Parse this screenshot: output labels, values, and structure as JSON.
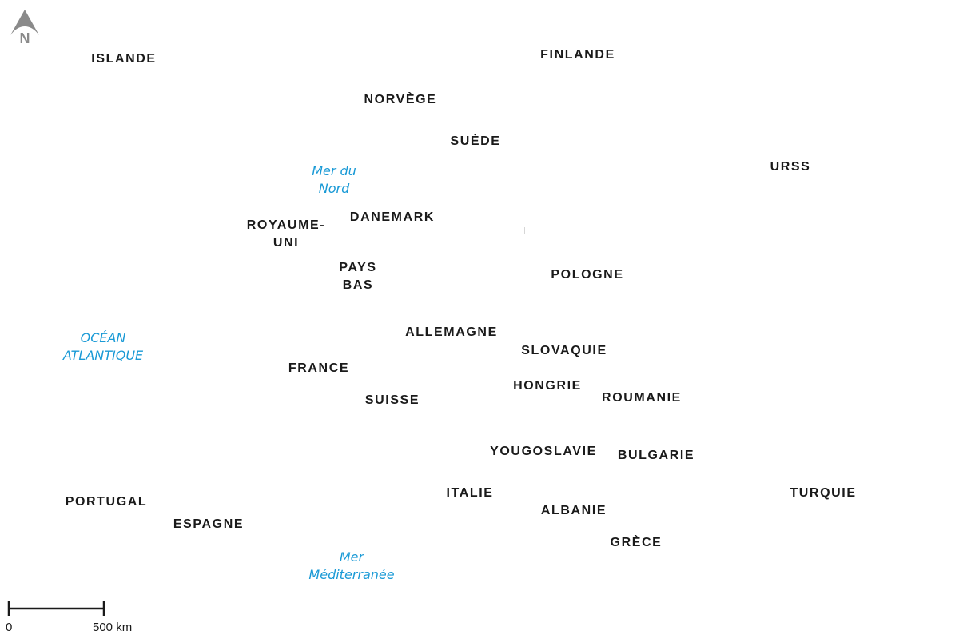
{
  "colors": {
    "land_label": "#1a1a1a",
    "water_label": "#1a9ad6",
    "background": "#ffffff"
  },
  "north_arrow": {
    "letter": "N",
    "icon": "north-arrow-icon"
  },
  "scale": {
    "start_label": "0",
    "end_label": "500 km",
    "length_km": 500
  },
  "countries": {
    "islande": [
      "ISLANDE"
    ],
    "finlande": [
      "FINLANDE"
    ],
    "norvege": [
      "NORVÈGE"
    ],
    "suede": [
      "SUÈDE"
    ],
    "urss": [
      "URSS"
    ],
    "danemark": [
      "DANEMARK"
    ],
    "royaume_uni": [
      "ROYAUME-",
      "UNI"
    ],
    "pays_bas": [
      "PAYS",
      "BAS"
    ],
    "pologne": [
      "POLOGNE"
    ],
    "allemagne": [
      "ALLEMAGNE"
    ],
    "slovaquie": [
      "SLOVAQUIE"
    ],
    "france": [
      "FRANCE"
    ],
    "hongrie": [
      "HONGRIE"
    ],
    "roumanie": [
      "ROUMANIE"
    ],
    "suisse": [
      "SUISSE"
    ],
    "yougoslavie": [
      "YOUGOSLAVIE"
    ],
    "bulgarie": [
      "BULGARIE"
    ],
    "italie": [
      "ITALIE"
    ],
    "turquie": [
      "TURQUIE"
    ],
    "portugal": [
      "PORTUGAL"
    ],
    "albanie": [
      "ALBANIE"
    ],
    "espagne": [
      "ESPAGNE"
    ],
    "grece": [
      "GRÈCE"
    ]
  },
  "seas": {
    "mer_du_nord": [
      "Mer du",
      "Nord"
    ],
    "ocean_atlantique": [
      "OCÉAN",
      "ATLANTIQUE"
    ],
    "mer_mediterranee": [
      "Mer",
      "Méditerranée"
    ]
  }
}
